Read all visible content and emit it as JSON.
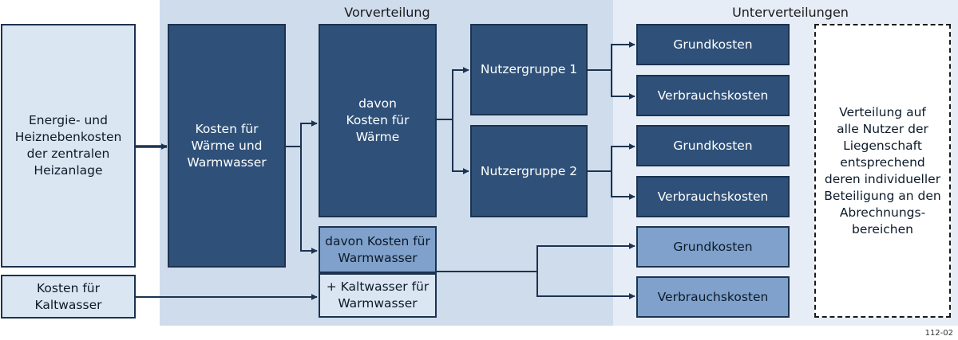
{
  "headers": {
    "vorverteilung": "Vorverteilung",
    "unterverteilungen": "Unterverteilungen"
  },
  "boxes": {
    "energie": "Energie- und\nHeiznebenkosten\nder zentralen\nHeizanlage",
    "kaltwasser_kosten": "Kosten für\nKaltwasser",
    "waerme_warmwasser": "Kosten für\nWärme und\nWarmwasser",
    "davon_waerme": "davon\nKosten für\nWärme",
    "davon_warmwasser": "davon Kosten für\nWarmwasser",
    "kaltwasser_warmwasser": "+ Kaltwasser für\nWarmwasser",
    "nutzergruppe_1": "Nutzergruppe 1",
    "nutzergruppe_2": "Nutzergruppe 2",
    "grundkosten_1": "Grundkosten",
    "verbrauchskosten_1": "Verbrauchskosten",
    "grundkosten_2": "Grundkosten",
    "verbrauchskosten_2": "Verbrauchskosten",
    "grundkosten_3": "Grundkosten",
    "verbrauchskosten_3": "Verbrauchskosten",
    "verteilung": "Verteilung auf\nalle Nutzer der\nLiegenschaft\nentsprechend\nderen individueller\nBeteiligung an den\nAbrechnungs-\nbereichen"
  },
  "figure_number": "112-02",
  "colors": {
    "dark_box": "#2f5179",
    "mid_box": "#7fa1cb",
    "light_box": "#dbe6f3",
    "vorverteilung_band": "#cfdcec",
    "unterverteilungen_band": "#e7edf6",
    "connector": "#1c3350"
  }
}
